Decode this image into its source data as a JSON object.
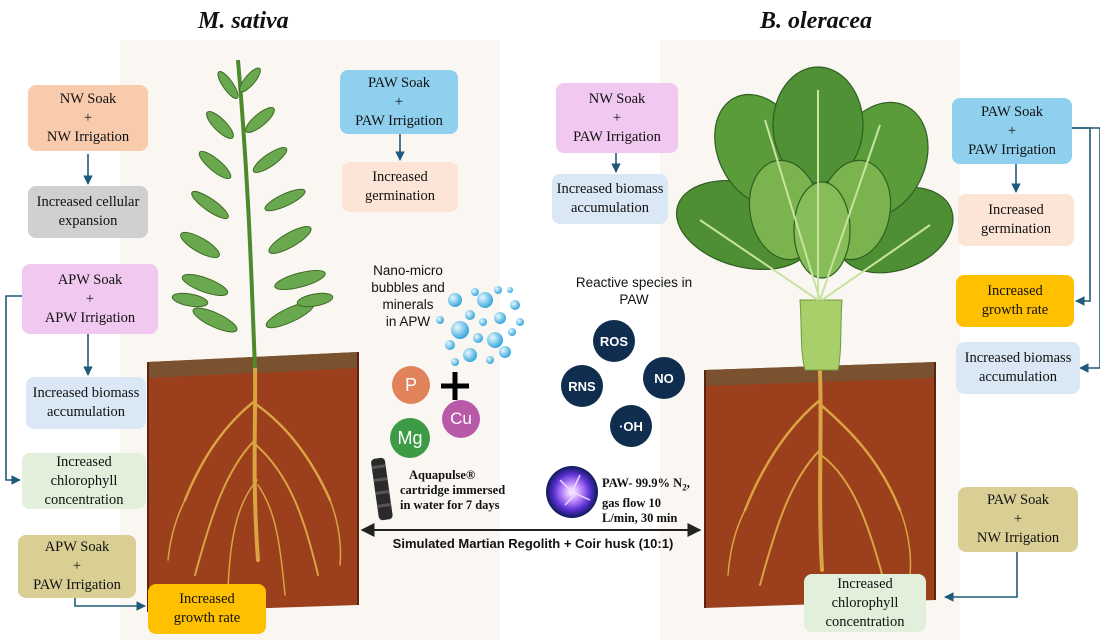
{
  "titles": {
    "left": "M. sativa",
    "right": "B. oleracea"
  },
  "left_boxes": {
    "nw_soak": [
      "NW Soak",
      "+",
      "NW Irrigation"
    ],
    "cellular": [
      "Increased cellular",
      "expansion"
    ],
    "apw_soak": [
      "APW Soak",
      "+",
      "APW Irrigation"
    ],
    "biomass": [
      "Increased biomass",
      "accumulation"
    ],
    "chlorophyll": [
      "Increased",
      "chlorophyll",
      "concentration"
    ],
    "apw_paw": [
      "APW Soak",
      "+",
      "PAW Irrigation"
    ],
    "growth": [
      "Increased",
      "growth rate"
    ],
    "paw_soak": [
      "PAW Soak",
      "+",
      "PAW Irrigation"
    ],
    "germination": [
      "Increased",
      "germination"
    ]
  },
  "right_boxes": {
    "nw_paw": [
      "NW Soak",
      "+",
      "PAW Irrigation"
    ],
    "biomass": [
      "Increased biomass",
      "accumulation"
    ],
    "paw_soak": [
      "PAW Soak",
      "+",
      "PAW Irrigation"
    ],
    "germination": [
      "Increased",
      "germination"
    ],
    "growth": [
      "Increased",
      "growth rate"
    ],
    "biomass2": [
      "Increased biomass",
      "accumulation"
    ],
    "paw_nw": [
      "PAW Soak",
      "+",
      "NW Irrigation"
    ],
    "chlorophyll": [
      "Increased",
      "chlorophyll",
      "concentration"
    ]
  },
  "center": {
    "nano_label": [
      "Nano-micro",
      "bubbles and",
      "minerals",
      "in APW"
    ],
    "reactive_label": [
      "Reactive species in",
      "PAW"
    ],
    "minerals": [
      "P",
      "Cu",
      "Mg"
    ],
    "plus": "+",
    "species": [
      "ROS",
      "RNS",
      "NO",
      "·OH"
    ],
    "aquapulse": [
      "Aquapulse®",
      "cartridge immersed",
      "in water for 7 days"
    ],
    "paw_gen": {
      "line1": "PAW- 99.9% N",
      "sub": "2",
      "comma": ",",
      "line2": "gas flow 10",
      "line3": "L/min, 30 min"
    },
    "regolith": "Simulated Martian Regolith + Coir husk (10:1)"
  },
  "colors": {
    "salmon": "#f8cbad",
    "grey": "#d0d0d0",
    "lilac": "#f0c8f0",
    "lightblue": "#dae8f5",
    "lightgreen": "#e2efda",
    "khaki": "#d9cf95",
    "orange": "#ffc000",
    "skyblue": "#8fd0ee",
    "peach": "#fce4d6",
    "arrow": "#1f5a78",
    "soil": "#9c3f1c",
    "soil_top": "#7a5230",
    "root": "#d9a441",
    "navy": "#0f2d4e",
    "p_circle": "#e0835a",
    "cu_circle": "#b85aa8",
    "mg_circle": "#3d9a45"
  }
}
